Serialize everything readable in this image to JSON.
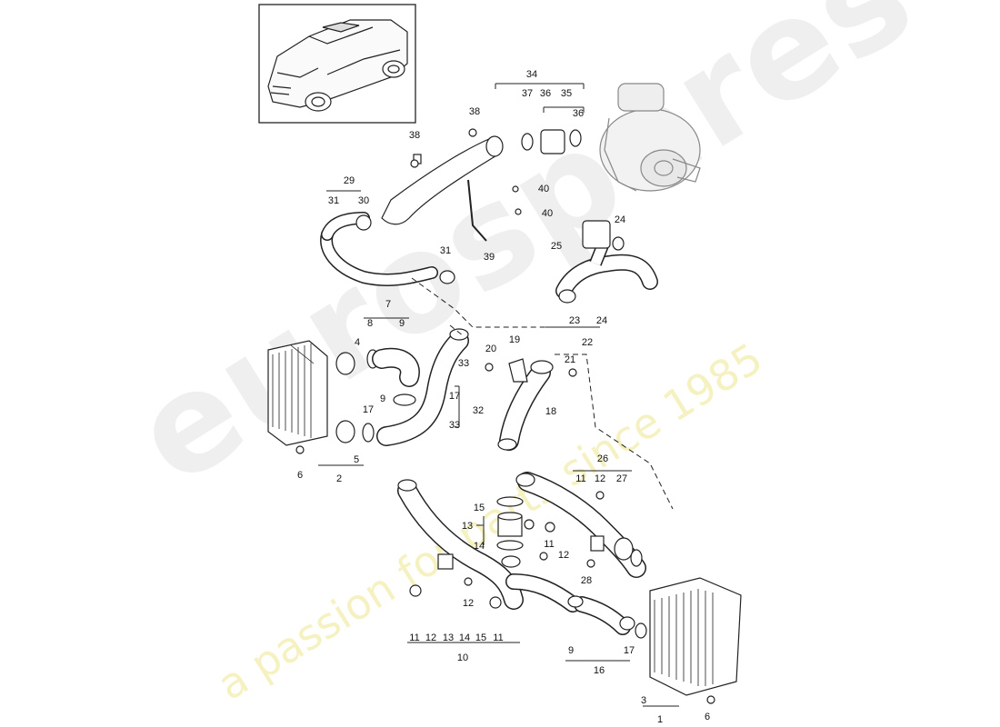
{
  "watermark": {
    "brand": "eurospares",
    "tagline": "a passion for parts since 1985",
    "brand_color": "#d8d8d8",
    "tagline_color": "#eee896"
  },
  "inset": {
    "icon": "car-suv-icon"
  },
  "callouts": [
    "34",
    "37",
    "36",
    "35",
    "36",
    "38",
    "38",
    "29",
    "31",
    "30",
    "40",
    "40",
    "39",
    "24",
    "25",
    "31",
    "7",
    "8",
    "9",
    "4",
    "33",
    "20",
    "19",
    "21",
    "22",
    "23",
    "24",
    "9",
    "17",
    "32",
    "17",
    "33",
    "18",
    "6",
    "5",
    "2",
    "26",
    "11",
    "12",
    "27",
    "15",
    "13",
    "14",
    "11",
    "12",
    "28",
    "12",
    "11",
    "12",
    "13",
    "14",
    "15",
    "11",
    "10",
    "9",
    "16",
    "17",
    "3",
    "1",
    "6"
  ]
}
